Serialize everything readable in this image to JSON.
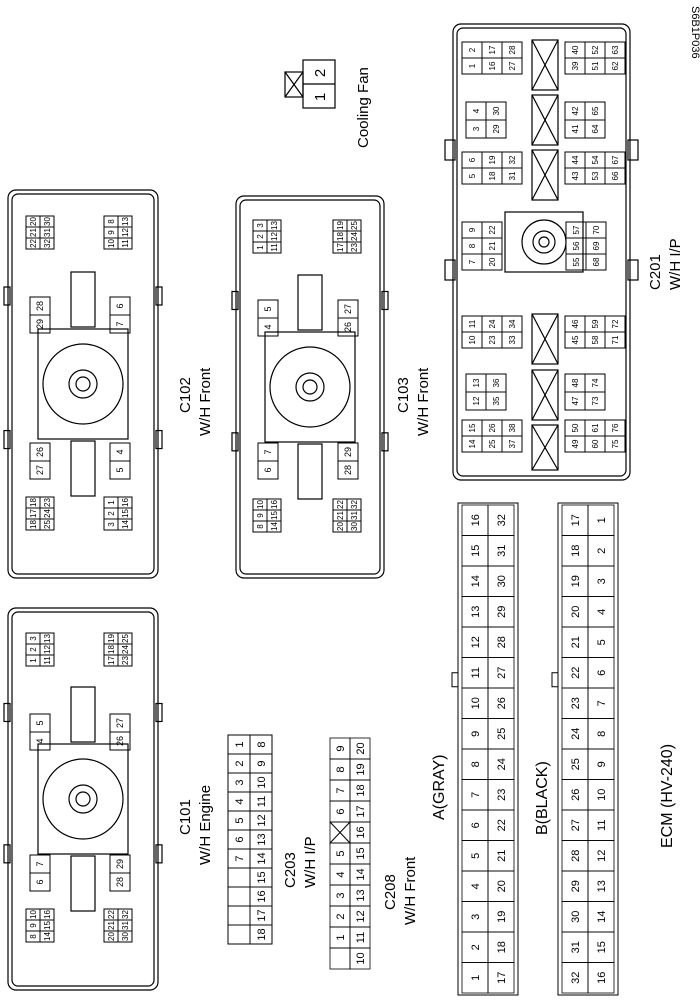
{
  "figure_code": "S6B1P036",
  "cooling_fan": {
    "label": "Cooling Fan",
    "pins": [
      "1",
      "2"
    ]
  },
  "connectors": {
    "C101": {
      "name": "C101",
      "desc": "W/H Engine"
    },
    "C102": {
      "name": "C102",
      "desc": "W/H Front"
    },
    "C103": {
      "name": "C103",
      "desc": "W/H Front"
    },
    "C201": {
      "name": "C201",
      "desc": "W/H I/P"
    },
    "C203": {
      "name": "C203",
      "desc": "W/H I/P"
    },
    "C208": {
      "name": "C208",
      "desc": "W/H Front"
    }
  },
  "ecm": {
    "title": "ECM (HV-240)",
    "a_label": "A(GRAY)",
    "b_label": "B(BLACK)"
  },
  "pins": {
    "c101_group_tl": [
      "1",
      "2",
      "3",
      "11",
      "12",
      "13"
    ],
    "c101_group_tr": [
      "17",
      "18",
      "19",
      "23",
      "24",
      "25"
    ],
    "c101_group_bl": [
      "8",
      "9",
      "10",
      "14",
      "15",
      "16"
    ],
    "c101_group_br": [
      "20",
      "21",
      "22",
      "30",
      "31",
      "32"
    ],
    "c101_pair_a": [
      "4",
      "5"
    ],
    "c101_pair_b": [
      "26",
      "27"
    ],
    "c101_pair_c": [
      "6",
      "7"
    ],
    "c101_pair_d": [
      "28",
      "29"
    ],
    "c102_group_tl": [
      "22",
      "21",
      "20",
      "32",
      "31",
      "30"
    ],
    "c102_group_tr": [
      "10",
      "9",
      "8",
      "11",
      "12",
      "13"
    ],
    "c102_group_bl": [
      "18",
      "17",
      "18",
      "25",
      "24",
      "23"
    ],
    "c102_group_br": [
      "3",
      "2",
      "1",
      "14",
      "15",
      "16"
    ],
    "c102_pair_a": [
      "29",
      "28"
    ],
    "c102_pair_b": [
      "7",
      "6"
    ],
    "c102_pair_c": [
      "27",
      "26"
    ],
    "c102_pair_d": [
      "5",
      "4"
    ],
    "c103_group_tl": [
      "1",
      "2",
      "3",
      "11",
      "12",
      "13"
    ],
    "c103_group_tr": [
      "17",
      "18",
      "19",
      "23",
      "24",
      "25"
    ],
    "c103_group_bl": [
      "8",
      "9",
      "10",
      "14",
      "15",
      "16"
    ],
    "c103_group_br": [
      "20",
      "21",
      "22",
      "30",
      "31",
      "32"
    ],
    "c103_pair_a": [
      "4",
      "5"
    ],
    "c103_pair_b": [
      "26",
      "27"
    ],
    "c103_pair_c": [
      "6",
      "7"
    ],
    "c103_pair_d": [
      "28",
      "29"
    ],
    "c201_group_1": [
      "1",
      "2",
      "16",
      "17",
      "27",
      "28"
    ],
    "c201_group_2": [
      "39",
      "40",
      "51",
      "52",
      "62",
      "63"
    ],
    "c201_group_3": [
      "3",
      "4",
      "29",
      "30"
    ],
    "c201_group_4": [
      "41",
      "42",
      "64",
      "65"
    ],
    "c201_group_5": [
      "5",
      "6",
      "18",
      "19",
      "31",
      "32"
    ],
    "c201_group_6": [
      "43",
      "44",
      "53",
      "54",
      "66",
      "67"
    ],
    "c201_group_7": [
      "7",
      "8",
      "9",
      "20",
      "21",
      "22"
    ],
    "c201_group_8": [
      "55",
      "56",
      "57",
      "68",
      "69",
      "70"
    ],
    "c201_group_9": [
      "10",
      "11",
      "23",
      "24",
      "33",
      "34"
    ],
    "c201_group_10": [
      "45",
      "46",
      "58",
      "59",
      "71",
      "72"
    ],
    "c201_group_11": [
      "12",
      "13",
      "35",
      "36"
    ],
    "c201_group_12": [
      "47",
      "48",
      "73",
      "74"
    ],
    "c201_group_13": [
      "14",
      "15",
      "25",
      "26",
      "37",
      "38"
    ],
    "c201_group_14": [
      "49",
      "50",
      "60",
      "61",
      "75",
      "76"
    ],
    "c203_top": [
      "1",
      "2",
      "3",
      "4",
      "5",
      "6",
      "7"
    ],
    "c203_bottom": [
      "8",
      "9",
      "10",
      "11",
      "12",
      "13",
      "14",
      "15",
      "16",
      "17",
      "18"
    ],
    "c208_top": [
      "9",
      "8",
      "7",
      "6",
      "5",
      "4",
      "3",
      "2",
      "1"
    ],
    "c208_bottom": [
      "20",
      "19",
      "18",
      "17",
      "16",
      "15",
      "14",
      "13",
      "12",
      "11",
      "10"
    ],
    "ecm_a_left": [
      "1",
      "2",
      "3",
      "4",
      "5",
      "6",
      "7",
      "8",
      "9",
      "10",
      "11",
      "12",
      "13",
      "14",
      "15",
      "16"
    ],
    "ecm_a_right": [
      "17",
      "18",
      "19",
      "20",
      "21",
      "22",
      "23",
      "24",
      "25",
      "26",
      "27",
      "28",
      "29",
      "30",
      "31",
      "32"
    ],
    "ecm_b_left": [
      "32",
      "31",
      "30",
      "29",
      "28",
      "27",
      "26",
      "25",
      "24",
      "23",
      "22",
      "21",
      "20",
      "19",
      "18",
      "17"
    ],
    "ecm_b_right": [
      "16",
      "15",
      "14",
      "13",
      "12",
      "11",
      "10",
      "9",
      "8",
      "7",
      "6",
      "5",
      "4",
      "3",
      "2",
      "1"
    ]
  }
}
